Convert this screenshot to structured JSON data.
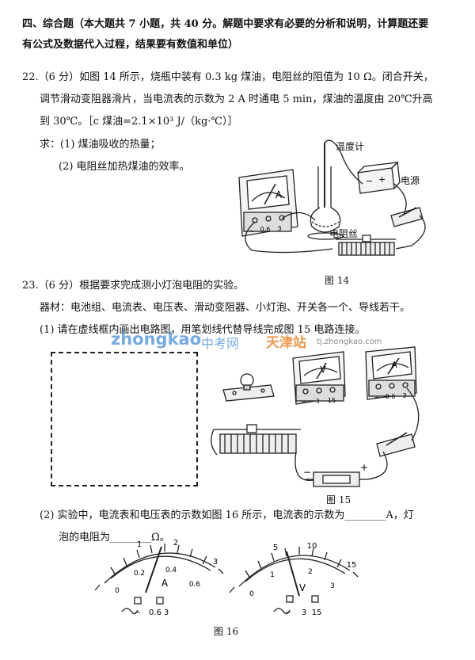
{
  "section": {
    "line1": "四、综合题（本大题共 7 小题，共 40 分。解题中要求有必要的分析和说明，计算题还要",
    "line2": "有公式及数据代入过程，结果要有数值和单位）"
  },
  "q22": {
    "line1": "22.（6 分）如图 14 所示，烧瓶中装有 0.3 kg 煤油，电阻丝的阻值为 10 Ω。闭合开关，",
    "line2": "调节滑动变阻器滑片，当电流表的示数为 2 A 时通电 5 min，煤油的温度由 20℃升高",
    "line3": "到 30℃。［c 煤油=2.1×10³ J/（kg·℃）］",
    "ask1": "求：(1) 煤油吸收的热量；",
    "ask2": "(2) 电阻丝加热煤油的效率。",
    "fig": {
      "caption": "图 14",
      "thermometer": "温度计",
      "power": "电源",
      "wire": "电阻丝",
      "meter_letter": "A",
      "plus": "+",
      "minus": "−",
      "terminals": [
        "−",
        "0.6",
        "3"
      ]
    }
  },
  "q23": {
    "line1": "23.（6 分）根据要求完成测小灯泡电阻的实验。",
    "equip": "器材：电池组、电流表、电压表、滑动变阻器、小灯泡、开关各一个、导线若干。",
    "part1": "(1) 请在虚线框内画出电路图，用笔划线代替导线完成图 15 电路连接。",
    "fig15": {
      "caption": "图 15",
      "v_letter": "V",
      "a_letter": "A",
      "v_terminals": [
        "−",
        "3",
        "15"
      ],
      "a_terminals": [
        "−",
        "0.6",
        "3"
      ],
      "minus": "−",
      "plus": "+"
    },
    "part2_line1": "(2) 实验中，电流表和电压表的示数如图 16 所示，电流表的示数为________A，灯",
    "part2_line2": "泡的电阻为________Ω。",
    "fig16": {
      "caption": "图 16",
      "ammeter": {
        "letter": "A",
        "inner_ticks": [
          "1",
          "2"
        ],
        "outer_ticks": [
          "0",
          "0.2",
          "0.4",
          "0.6"
        ],
        "end": "3",
        "terminals": [
          "−",
          "0.6",
          "3"
        ]
      },
      "voltmeter": {
        "letter": "V",
        "inner_ticks": [
          "5",
          "10"
        ],
        "outer_ticks": [
          "0",
          "1",
          "2",
          "3"
        ],
        "end": "15",
        "terminals": [
          "−",
          "3",
          "15"
        ]
      }
    }
  },
  "watermark": {
    "brand": "zhongkao",
    "cn": "中考网",
    "city": "天津站",
    "url": "tj.zhongkao.com"
  }
}
